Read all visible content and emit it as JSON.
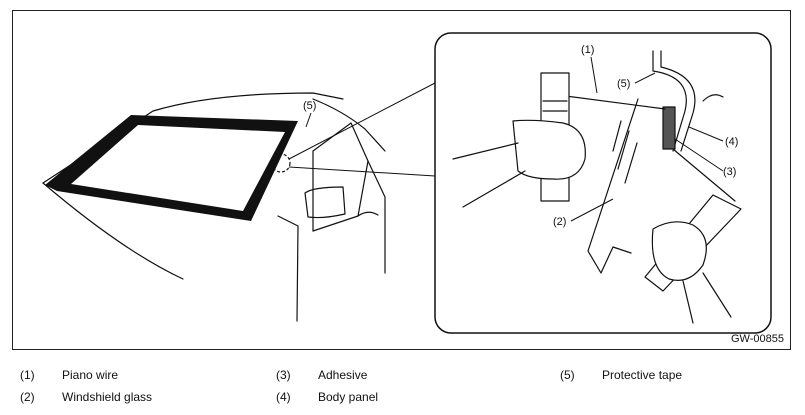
{
  "figure": {
    "id": "GW-00855",
    "callouts": {
      "c1": "(1)",
      "c2": "(2)",
      "c3": "(3)",
      "c4": "(4)",
      "c5": "(5)",
      "c5_car": "(5)"
    }
  },
  "legend": [
    {
      "num": "(1)",
      "label": "Piano wire"
    },
    {
      "num": "(2)",
      "label": "Windshield glass"
    },
    {
      "num": "(3)",
      "label": "Adhesive"
    },
    {
      "num": "(4)",
      "label": "Body panel"
    },
    {
      "num": "(5)",
      "label": "Protective tape"
    }
  ]
}
